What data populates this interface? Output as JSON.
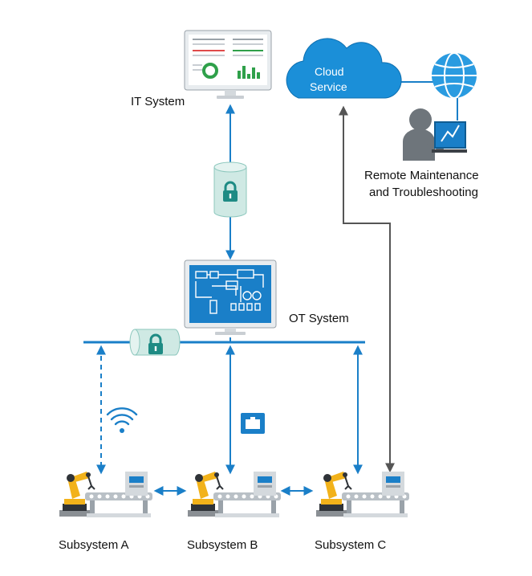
{
  "nodes": {
    "it_system": {
      "label": "IT System",
      "icon": "monitor-dashboard-icon"
    },
    "ot_system": {
      "label": "OT System",
      "icon": "monitor-process-diagram-icon"
    },
    "cloud": {
      "label_line1": "Cloud",
      "label_line2": "Service",
      "icon": "cloud-icon"
    },
    "remote": {
      "label_line1": "Remote Maintenance",
      "label_line2": "and Troubleshooting",
      "icons": [
        "globe-icon",
        "technician-laptop-icon"
      ]
    },
    "subsystems": [
      {
        "label": "Subsystem A",
        "link": "wireless"
      },
      {
        "label": "Subsystem B",
        "link": "ethernet"
      },
      {
        "label": "Subsystem C",
        "link": "wired"
      }
    ]
  },
  "security": [
    "padlock-icon",
    "padlock-icon"
  ],
  "connectors": [
    "wifi-icon",
    "ethernet-port-icon"
  ],
  "colors": {
    "accent_blue": "#1a7fc8",
    "cloud_blue": "#1b8fd8",
    "remote_line": "#555555",
    "lock_green": "#1e8b84",
    "lock_body": "#cfe9e4",
    "robot_yellow": "#f2b21a",
    "monitor_frame": "#e8ecef"
  }
}
